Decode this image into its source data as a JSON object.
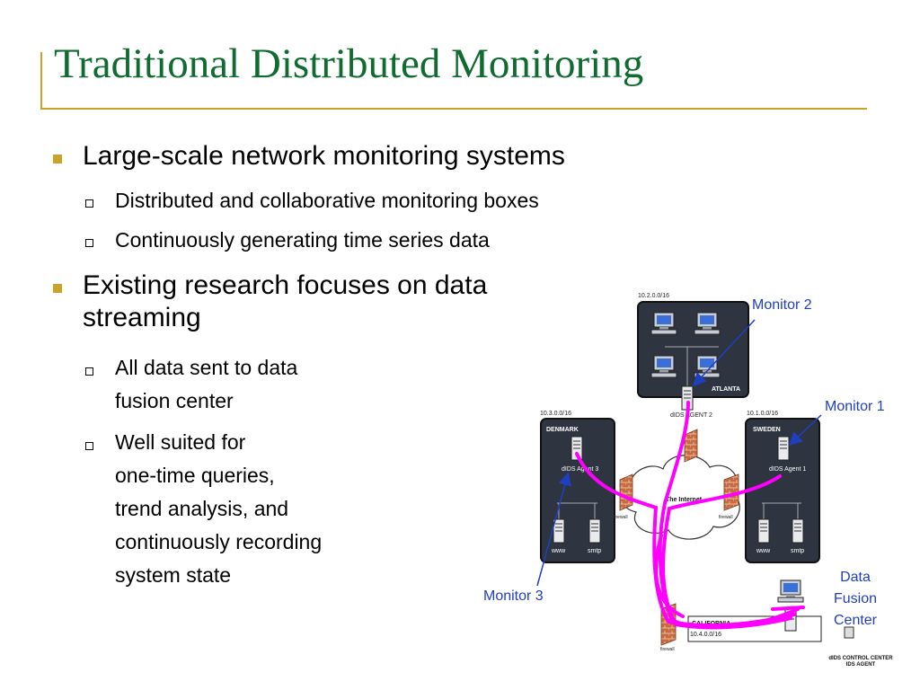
{
  "slide": {
    "title": "Traditional Distributed Monitoring",
    "bullets": [
      {
        "text_lines": [
          "Large-scale network monitoring systems"
        ],
        "sub": [
          {
            "text_lines": [
              "Distributed and collaborative monitoring boxes"
            ]
          },
          {
            "text_lines": [
              "Continuously generating time series data"
            ]
          }
        ]
      },
      {
        "text_lines": [
          "Existing research focuses on data",
          "streaming"
        ],
        "sub": [
          {
            "text_lines": [
              "All data sent to data",
              "fusion center"
            ]
          },
          {
            "text_lines": [
              "Well suited for",
              "one-time queries,",
              "trend analysis, and",
              "continuously recording",
              "system state"
            ]
          }
        ]
      }
    ]
  },
  "diagram": {
    "sites": {
      "atlanta": {
        "subnet": "10.2.0.0/16",
        "name": "ATLANTA",
        "agent_label": "dIDS AGENT 2"
      },
      "denmark": {
        "subnet": "10.3.0.0/16",
        "name": "DENMARK",
        "agent_label": "dIDS Agent 3",
        "servers": [
          "www",
          "smtp"
        ]
      },
      "sweden": {
        "subnet": "10.1.0.0/16",
        "name": "SWEDEN",
        "agent_label": "dIDS Agent 1",
        "servers": [
          "www",
          "smtp"
        ]
      },
      "california": {
        "subnet": "10.4.0.0/16",
        "name": "CALIFORNIA"
      }
    },
    "internet_label": "The Internet",
    "firewall_label": "firewall",
    "control_center": [
      "dIDS CONTROL CENTER",
      "IDS AGENT"
    ],
    "callouts": {
      "monitor1": "Monitor 1",
      "monitor2": "Monitor 2",
      "monitor3": "Monitor 3",
      "fusion": [
        "Data",
        "Fusion",
        "Center"
      ]
    },
    "colors": {
      "flow": "#ff00ff",
      "callout": "#1f3fbf",
      "site_box": "#2e3440",
      "title": "#0f6b2f",
      "accent": "#c9a227"
    }
  }
}
